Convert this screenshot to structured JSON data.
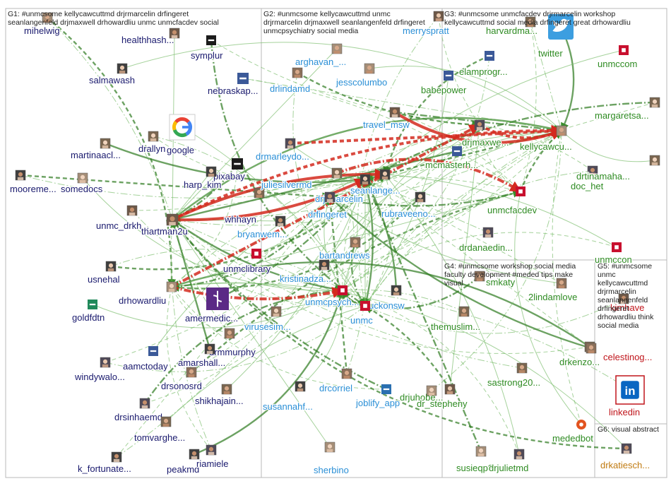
{
  "colors": {
    "navy": "#1a1a6e",
    "blue": "#2a8fd6",
    "green": "#2e8b22",
    "red": "#c0151b",
    "edge": "#3f9a30",
    "edge_red": "#d42a1f"
  },
  "groups": [
    {
      "id": "G1",
      "lines": [
        "G1: #unmcsome kellycawcuttmd drjrmarcelin drfingeret",
        "seanlangenfeld drjmaxwell drhowardliu unmc unmcfacdev social"
      ]
    },
    {
      "id": "G2",
      "lines": [
        "G2: #unmcsome kellycawcuttmd unmc",
        "drjrmarcelin drjmaxwell seanlangenfeld drfingeret",
        "unmcpsychiatry social media"
      ]
    },
    {
      "id": "G3",
      "lines": [
        "G3: #unmcsome unmcfacdev drjrmarcelin workshop",
        "kellycawcuttmd social media drfingeret great drhowardliu"
      ]
    },
    {
      "id": "G4",
      "lines": [
        "G4: #unmcsome workshop social media",
        "faculty development #meded tips make",
        "visual"
      ]
    },
    {
      "id": "G5",
      "lines": [
        "G5: #unmcsome",
        "unmc",
        "kellycawcuttmd",
        "drjrmarcelin",
        "seanlangenfeld",
        "drfingeret",
        "drhowardliu think",
        "social media"
      ]
    },
    {
      "id": "G6",
      "lines": [
        "G6: visual abstract"
      ]
    }
  ],
  "nodes": [
    {
      "id": "mihelwig",
      "label": "mihelwig",
      "color": "navy",
      "icon": "avatar-icon"
    },
    {
      "id": "healthhash",
      "label": "healthhash...",
      "color": "navy",
      "icon": "avatar-icon"
    },
    {
      "id": "symplur",
      "label": "symplur",
      "color": "navy",
      "icon": "logo-icon"
    },
    {
      "id": "salmawash",
      "label": "salmawash",
      "color": "navy",
      "icon": "avatar-icon"
    },
    {
      "id": "nebraskap",
      "label": "nebraskap...",
      "color": "navy",
      "icon": "logo-icon"
    },
    {
      "id": "martinaacl",
      "label": "martinaacl...",
      "color": "navy",
      "icon": "avatar-icon"
    },
    {
      "id": "drallyn",
      "label": "drallyn",
      "color": "navy",
      "icon": "avatar-icon"
    },
    {
      "id": "google",
      "label": "google",
      "color": "navy",
      "icon": "google-logo-icon"
    },
    {
      "id": "moorememd",
      "label": "mooreme...",
      "color": "navy",
      "icon": "avatar-icon"
    },
    {
      "id": "somedocs",
      "label": "somedocs",
      "color": "navy",
      "icon": "avatar-icon"
    },
    {
      "id": "pixabay",
      "label": "pixabay",
      "color": "navy",
      "icon": "logo-icon"
    },
    {
      "id": "harp_kim",
      "label": "harp_kim",
      "color": "navy",
      "icon": "avatar-icon"
    },
    {
      "id": "unmc_drkh",
      "label": "unmc_drkh...",
      "color": "navy",
      "icon": "avatar-icon"
    },
    {
      "id": "thartman2u",
      "label": "thartman2u",
      "color": "navy",
      "icon": "avatar-icon"
    },
    {
      "id": "whhayn",
      "label": "whhayn",
      "color": "navy",
      "icon": "avatar-icon"
    },
    {
      "id": "unmclibrary",
      "label": "unmclibrary",
      "color": "navy",
      "icon": "unmc-logo-icon"
    },
    {
      "id": "usnehal",
      "label": "usnehal",
      "color": "navy",
      "icon": "avatar-icon"
    },
    {
      "id": "drhowardliu",
      "label": "drhowardliu",
      "color": "navy",
      "icon": "avatar-icon"
    },
    {
      "id": "amermedic",
      "label": "amermedic...",
      "color": "navy",
      "icon": "ama-logo-icon"
    },
    {
      "id": "goldfdtn",
      "label": "goldfdtn",
      "color": "navy",
      "icon": "logo-icon"
    },
    {
      "id": "drmmurphy",
      "label": "drmmurphy",
      "color": "navy",
      "icon": "avatar-icon"
    },
    {
      "id": "amarshall",
      "label": "amarshall...",
      "color": "navy",
      "icon": "avatar-icon"
    },
    {
      "id": "windywalo",
      "label": "windywalo...",
      "color": "navy",
      "icon": "avatar-icon"
    },
    {
      "id": "aamctoday",
      "label": "aamctoday",
      "color": "navy",
      "icon": "logo-icon"
    },
    {
      "id": "drsonosrd",
      "label": "drsonosrd",
      "color": "navy",
      "icon": "avatar-icon"
    },
    {
      "id": "shikhajain",
      "label": "shikhajain...",
      "color": "navy",
      "icon": "avatar-icon"
    },
    {
      "id": "drsinhaemd",
      "label": "drsinhaemd",
      "color": "navy",
      "icon": "avatar-icon"
    },
    {
      "id": "tomvarghe",
      "label": "tomvarghe...",
      "color": "navy",
      "icon": "avatar-icon"
    },
    {
      "id": "k_fortunate",
      "label": "k_fortunate...",
      "color": "navy",
      "icon": "avatar-icon"
    },
    {
      "id": "peakmd",
      "label": "peakmd",
      "color": "navy",
      "icon": "avatar-icon"
    },
    {
      "id": "riamiele",
      "label": "riamiele",
      "color": "navy",
      "icon": "avatar-icon"
    },
    {
      "id": "arghavan",
      "label": "arghavan_...",
      "color": "blue",
      "icon": "avatar-icon"
    },
    {
      "id": "drlindamd",
      "label": "drlindamd",
      "color": "blue",
      "icon": "avatar-icon"
    },
    {
      "id": "jesscolumbo",
      "label": "jesscolumbo",
      "color": "blue",
      "icon": "avatar-icon"
    },
    {
      "id": "travel_msw",
      "label": "travel_msw",
      "color": "blue",
      "icon": "avatar-icon"
    },
    {
      "id": "drmarleydo",
      "label": "drmarleydo...",
      "color": "blue",
      "icon": "avatar-icon"
    },
    {
      "id": "juliesilvermd",
      "label": "juliesilvermd",
      "color": "blue",
      "icon": "avatar-icon"
    },
    {
      "id": "drjrmarcelin",
      "label": "drjrmarcelin",
      "color": "blue",
      "icon": "avatar-icon"
    },
    {
      "id": "seanlange",
      "label": "seanlange...",
      "color": "blue",
      "icon": "avatar-icon"
    },
    {
      "id": "drfingeret",
      "label": "drfingeret",
      "color": "blue",
      "icon": "avatar-icon"
    },
    {
      "id": "rubraveeno",
      "label": "rubraveeno...",
      "color": "blue",
      "icon": "avatar-icon"
    },
    {
      "id": "bryanwem",
      "label": "bryanwem...",
      "color": "blue",
      "icon": "avatar-icon"
    },
    {
      "id": "bartandrews",
      "label": "bartandrews",
      "color": "blue",
      "icon": "avatar-icon"
    },
    {
      "id": "kristinadza",
      "label": "kristinadza...",
      "color": "blue",
      "icon": "avatar-icon"
    },
    {
      "id": "unmcpsych",
      "label": "unmcpsych...",
      "color": "blue",
      "icon": "unmc-logo-icon"
    },
    {
      "id": "stuckonsw",
      "label": "stuckonsw",
      "color": "blue",
      "icon": "avatar-icon"
    },
    {
      "id": "unmc",
      "label": "unmc",
      "color": "blue",
      "icon": "unmc-logo-icon"
    },
    {
      "id": "virusesim",
      "label": "virusesim...",
      "color": "blue",
      "icon": "avatar-icon"
    },
    {
      "id": "drcorriel",
      "label": "drcorriel",
      "color": "blue",
      "icon": "avatar-icon"
    },
    {
      "id": "susannahf",
      "label": "susannahf...",
      "color": "blue",
      "icon": "avatar-icon"
    },
    {
      "id": "joblify_app",
      "label": "joblify_app",
      "color": "blue",
      "icon": "logo-icon"
    },
    {
      "id": "sherbino",
      "label": "sherbino",
      "color": "blue",
      "icon": "avatar-icon"
    },
    {
      "id": "merryspratt",
      "label": "merryspratt",
      "color": "blue",
      "icon": "avatar-icon"
    },
    {
      "id": "twitter",
      "label": "twitter",
      "color": "green",
      "icon": "twitter-bird-icon"
    },
    {
      "id": "harvardma",
      "label": "harvardma...",
      "color": "green",
      "icon": "avatar-icon"
    },
    {
      "id": "unmccom",
      "label": "unmccom",
      "color": "green",
      "icon": "unmc-logo-icon"
    },
    {
      "id": "elamprogr",
      "label": "elamprogr...",
      "color": "green",
      "icon": "logo-icon"
    },
    {
      "id": "babepower",
      "label": "babepower",
      "color": "green",
      "icon": "logo-icon"
    },
    {
      "id": "margaretsa",
      "label": "margaretsa...",
      "color": "green",
      "icon": "avatar-icon"
    },
    {
      "id": "drjmaxwell",
      "label": "drjmaxwe...",
      "color": "green",
      "icon": "avatar-icon"
    },
    {
      "id": "kellycawcu",
      "label": "kellycawcu...",
      "color": "green",
      "icon": "avatar-icon"
    },
    {
      "id": "mcmasterh",
      "label": "mcmasterh...",
      "color": "green",
      "icon": "logo-icon"
    },
    {
      "id": "drtinamaha",
      "label": "drtinamaha...",
      "color": "green",
      "icon": "avatar-icon"
    },
    {
      "id": "doc_het",
      "label": "doc_het",
      "color": "green",
      "icon": "avatar-icon"
    },
    {
      "id": "unmcfacdev",
      "label": "unmcfacdev",
      "color": "green",
      "icon": "unmc-logo-icon"
    },
    {
      "id": "drdanaedin",
      "label": "drdanaedin...",
      "color": "green",
      "icon": "avatar-icon"
    },
    {
      "id": "unmccon",
      "label": "unmccon",
      "color": "green",
      "icon": "unmc-logo-icon"
    },
    {
      "id": "smkaty",
      "label": "smkaty",
      "color": "green",
      "icon": "avatar-icon"
    },
    {
      "id": "2lindamlove",
      "label": "2lindamlove",
      "color": "green",
      "icon": "avatar-icon"
    },
    {
      "id": "themuslim",
      "label": "themuslim...",
      "color": "green",
      "icon": "avatar-icon"
    },
    {
      "id": "drkenzo",
      "label": "drkenzo...",
      "color": "green",
      "icon": "avatar-icon"
    },
    {
      "id": "sastrong20",
      "label": "sastrong20...",
      "color": "green",
      "icon": "avatar-icon"
    },
    {
      "id": "drjuhobe",
      "label": "drjuhobe...",
      "color": "green",
      "icon": "avatar-icon"
    },
    {
      "id": "dr_stepheny",
      "label": "dr_stepheny",
      "color": "green",
      "icon": "avatar-icon"
    },
    {
      "id": "mededbot",
      "label": "mededbot",
      "color": "green",
      "icon": "bot-icon"
    },
    {
      "id": "susieqp8",
      "label": "susieqp8",
      "color": "green",
      "icon": "avatar-icon"
    },
    {
      "id": "drjulietmd",
      "label": "drjulietmd",
      "color": "green",
      "icon": "avatar-icon"
    },
    {
      "id": "kimhave",
      "label": "kimhave",
      "color": "red",
      "icon": "avatar-icon"
    },
    {
      "id": "celestinog",
      "label": "celestinog...",
      "color": "red",
      "icon": "avatar-icon"
    },
    {
      "id": "linkedin",
      "label": "linkedin",
      "color": "red",
      "icon": "linkedin-logo-icon"
    },
    {
      "id": "drkatiesch",
      "label": "drkatiesch...",
      "color": "orange",
      "icon": "avatar-icon"
    }
  ]
}
